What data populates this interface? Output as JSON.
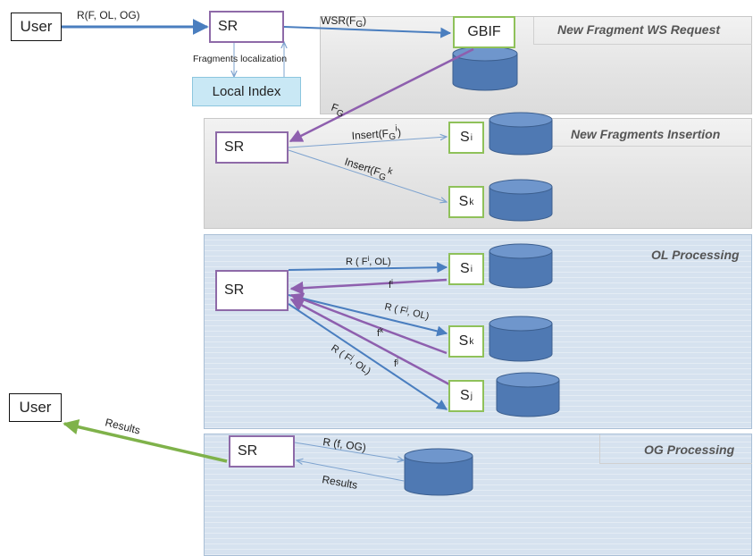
{
  "panels": {
    "ws_request": "New Fragment WS Request",
    "insertion": "New Fragments Insertion",
    "ol": "OL Processing",
    "og": "OG Processing"
  },
  "nodes": {
    "user_top": "User",
    "user_bottom": "User",
    "sr_top": "SR",
    "sr_insert": "SR",
    "sr_ol": "SR",
    "sr_og": "SR",
    "gbif": "GBIF",
    "local_index": "Local Index",
    "s_letter": "S",
    "sub_i": "i",
    "sub_k": "k",
    "sub_j": "j"
  },
  "labels": {
    "request": "R(F, OL, OG)",
    "wsr": "WSR(F",
    "wsr_sub": "G",
    "wsr_close": ")",
    "fragments_localization": "Fragments localization",
    "fg": "F",
    "fg_sub": "G",
    "insert_i": "Insert(F",
    "insert_i_sub": "G",
    "insert_i_sup": "i",
    "insert_i_close": ")",
    "insert_k": "Insert(F",
    "insert_k_sub": "G",
    "insert_k_sup": "k",
    "r_fi_ol": "R ( F",
    "r_fi_ol_sup": "i",
    "r_ol_close": ", OL)",
    "fi": "f",
    "fi_sup": "i",
    "r_fk_ol": "R ( F",
    "r_fk_ol_sup": "j",
    "fk": "f",
    "fk_sup": "k",
    "fj": "f",
    "fj_sup": "j",
    "r_fj_ol": "R ( F",
    "r_fj_ol_sup": "j",
    "results_left": "Results",
    "r_f_og": "R (f, OG)",
    "results_og": "Results"
  },
  "colors": {
    "blue_arrow": "#4a7ebf",
    "purple_arrow": "#8e5fae",
    "green_arrow": "#7fb24a",
    "cylinder": "#4f79b3",
    "cylinder_top": "#6f96cc"
  }
}
